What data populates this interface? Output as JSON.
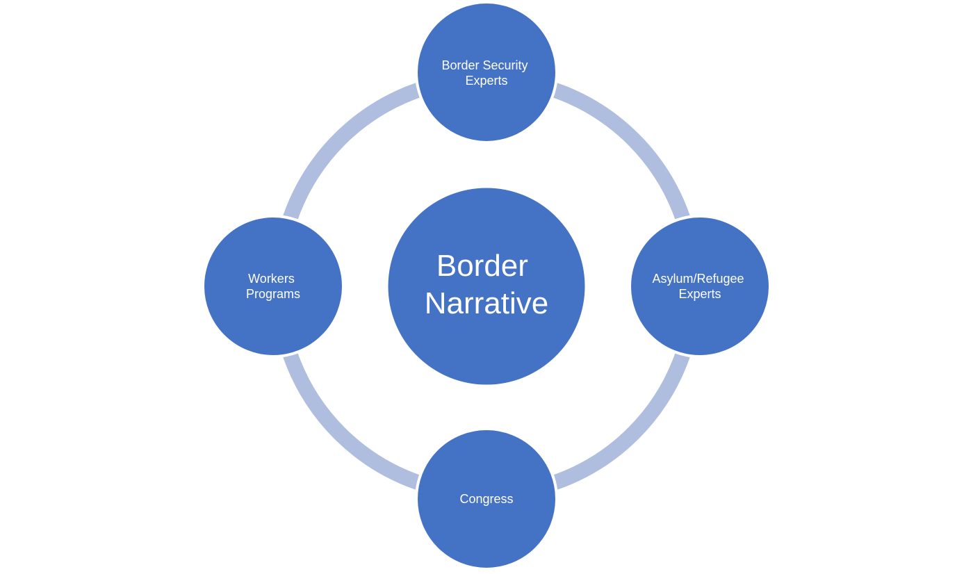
{
  "colors": {
    "node_fill": "#4472C4",
    "ring_stroke": "#AFBEDF",
    "node_border": "#FFFFFF",
    "label_text": "#FFFFFF"
  },
  "center": {
    "lines": [
      "Border",
      "Narrative"
    ]
  },
  "nodes": {
    "top": {
      "lines": [
        "Border Security",
        "Experts"
      ]
    },
    "right": {
      "lines": [
        "Asylum/Refugee",
        "Experts"
      ]
    },
    "bottom": {
      "lines": [
        "Congress"
      ]
    },
    "left": {
      "lines": [
        "Workers",
        "Programs"
      ]
    }
  }
}
